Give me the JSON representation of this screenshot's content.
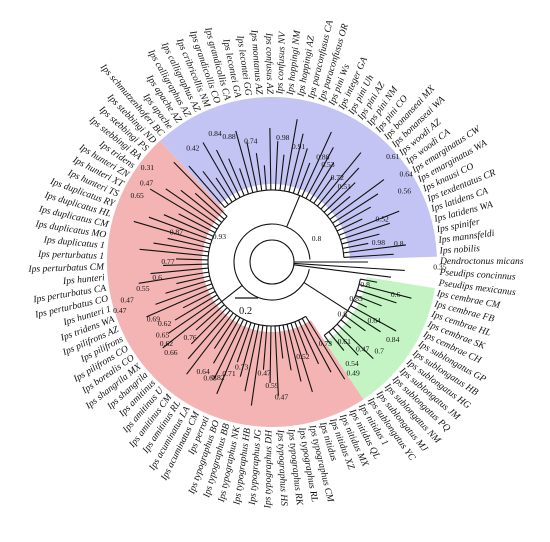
{
  "colors": {
    "clade_blue": "#c4c4f4",
    "clade_red": "#f4b4b4",
    "clade_green": "#c4f4c4",
    "branch": "#111111",
    "label": "#111111"
  },
  "scale_bar": {
    "label": "0.2"
  },
  "tips": [
    {
      "name": "Dendroctonus micans",
      "angle": 4,
      "clade": "none"
    },
    {
      "name": "Pseudips concinnus",
      "angle": 10,
      "clade": "none"
    },
    {
      "name": "Pseudips mexicanus",
      "angle": 16.5,
      "clade": "none"
    },
    {
      "name": "Ips cembrae CM",
      "angle": 23,
      "clade": "green"
    },
    {
      "name": "Ips cembrae FB",
      "angle": 28.5,
      "clade": "green"
    },
    {
      "name": "Ips cembrae HL",
      "angle": 33.5,
      "clade": "green"
    },
    {
      "name": "Ips cembrae SK",
      "angle": 38.5,
      "clade": "green"
    },
    {
      "name": "Ips cembrae CH",
      "angle": 43.5,
      "clade": "green"
    },
    {
      "name": "Ips sublongatus GP",
      "angle": 49,
      "clade": "green"
    },
    {
      "name": "Ips sublongatus HB",
      "angle": 54,
      "clade": "green"
    },
    {
      "name": "Ips sublongatus HG",
      "angle": 59,
      "clade": "green"
    },
    {
      "name": "Ips sublongatus JM",
      "angle": 64,
      "clade": "green"
    },
    {
      "name": "Ips sublongatus PQ",
      "angle": 69,
      "clade": "green"
    },
    {
      "name": "Ips sublongatus NM",
      "angle": 74,
      "clade": "green"
    },
    {
      "name": "Ips sublongatus MJ",
      "angle": 79,
      "clade": "green"
    },
    {
      "name": "Ips sublongatus YC",
      "angle": 84,
      "clade": "green"
    },
    {
      "name": "Ips nitidus 1",
      "angle": 89,
      "clade": "red"
    },
    {
      "name": "Ips nitidus QL",
      "angle": 93.5,
      "clade": "red"
    },
    {
      "name": "Ips nitidus MX",
      "angle": 98,
      "clade": "red"
    },
    {
      "name": "Ips nitidus XZ",
      "angle": 102.5,
      "clade": "red"
    },
    {
      "name": "Ips nitidus",
      "angle": 107,
      "clade": "red"
    },
    {
      "name": "Ips typographus CM",
      "angle": 111.5,
      "clade": "red"
    },
    {
      "name": "Ips typographus RL",
      "angle": 116,
      "clade": "red"
    },
    {
      "name": "Ips typographus RK",
      "angle": 120.5,
      "clade": "red"
    },
    {
      "name": "Ips typographus HS",
      "angle": 125,
      "clade": "red"
    },
    {
      "name": "Ips typographus DH",
      "angle": 129.5,
      "clade": "red"
    },
    {
      "name": "Ips typographus JG",
      "angle": 134,
      "clade": "red"
    },
    {
      "name": "Ips typographus HB",
      "angle": 138.5,
      "clade": "red"
    },
    {
      "name": "Ips typographus NK",
      "angle": 143,
      "clade": "red"
    },
    {
      "name": "Ips typographus BB",
      "angle": 147.5,
      "clade": "red"
    },
    {
      "name": "Ips typographus BO",
      "angle": 152,
      "clade": "red"
    },
    {
      "name": "Ips perroti",
      "angle": 156.5,
      "clade": "red"
    },
    {
      "name": "Ips acuminatus CM",
      "angle": 161,
      "clade": "red"
    },
    {
      "name": "Ips acuminatus LA",
      "angle": 165.5,
      "clade": "red"
    },
    {
      "name": "Ips amitinus RL",
      "angle": 170,
      "clade": "red"
    },
    {
      "name": "Ips amitinus CM",
      "angle": 174.5,
      "clade": "red"
    },
    {
      "name": "Ips amitinus U",
      "angle": 179,
      "clade": "red"
    },
    {
      "name": "Ips amitinus",
      "angle": 183.5,
      "clade": "red"
    },
    {
      "name": "Ips shangrila",
      "angle": 188,
      "clade": "red"
    },
    {
      "name": "Ips shangrila MX",
      "angle": 192.5,
      "clade": "red"
    },
    {
      "name": "Ips borealis CO",
      "angle": 197,
      "clade": "red"
    },
    {
      "name": "Ips pilifrons CO",
      "angle": 201.5,
      "clade": "red"
    },
    {
      "name": "Ips pilifrons",
      "angle": 206,
      "clade": "red"
    },
    {
      "name": "Ips pilifrons AZ",
      "angle": 210.5,
      "clade": "red"
    },
    {
      "name": "Ips tridens WA",
      "angle": 215,
      "clade": "red"
    },
    {
      "name": "Ips hunteri 1",
      "angle": 219.5,
      "clade": "red"
    },
    {
      "name": "Ips perturbatus CO",
      "angle": 224,
      "clade": "red"
    },
    {
      "name": "Ips perturbatus CA",
      "angle": 228.5,
      "clade": "red"
    },
    {
      "name": "Ips hunteri",
      "angle": 233,
      "clade": "red"
    },
    {
      "name": "Ips perturbatus CM",
      "angle": 237.5,
      "clade": "red"
    },
    {
      "name": "Ips perturbatus 1",
      "angle": 242,
      "clade": "red"
    },
    {
      "name": "Ips duplicatus 1",
      "angle": 246.5,
      "clade": "red"
    },
    {
      "name": "Ips duplicatus MO",
      "angle": 251,
      "clade": "red"
    },
    {
      "name": "Ips duplicatus CM",
      "angle": 255.5,
      "clade": "red"
    },
    {
      "name": "Ips duplicatus HL",
      "angle": 260,
      "clade": "red"
    },
    {
      "name": "Ips duplicatus RY",
      "angle": 264.5,
      "clade": "red"
    },
    {
      "name": "Ips hunteri TS",
      "angle": 269,
      "clade": "red"
    },
    {
      "name": "Ips hunteri XT",
      "angle": 273.5,
      "clade": "red"
    },
    {
      "name": "Ips hunteri ZN",
      "angle": 278,
      "clade": "red"
    },
    {
      "name": "Ips tridens",
      "angle": 282.5,
      "clade": "red"
    },
    {
      "name": "Ips stebbingi BA",
      "angle": 287,
      "clade": "red"
    },
    {
      "name": "Ips stebbingi PS",
      "angle": 291.5,
      "clade": "red"
    },
    {
      "name": "Ips stebbingi ND",
      "angle": 296,
      "clade": "red"
    },
    {
      "name": "Ips schmutzenhoferi BC",
      "angle": 300,
      "clade": "blue"
    },
    {
      "name": "Ips apache",
      "angle": 304.5,
      "clade": "blue"
    },
    {
      "name": "Ips apache AZ",
      "angle": 309,
      "clade": "blue"
    },
    {
      "name": "Ips calligraphus AZ",
      "angle": 313.5,
      "clade": "blue"
    },
    {
      "name": "Ips calligraphus AZ",
      "angle": 318,
      "clade": "blue"
    },
    {
      "name": "Ips cribricollis NM",
      "angle": 322.5,
      "clade": "blue"
    },
    {
      "name": "Ips grandicollis CO",
      "angle": 327,
      "clade": "blue"
    },
    {
      "name": "Ips grandicollis CA",
      "angle": 331.5,
      "clade": "blue"
    },
    {
      "name": "Ips lecontei GA",
      "angle": 336,
      "clade": "blue"
    },
    {
      "name": "Ips lecontei GG",
      "angle": 340.5,
      "clade": "blue"
    },
    {
      "name": "Ips montanus AZ",
      "angle": 345,
      "clade": "blue"
    },
    {
      "name": "Ips confusus AZ",
      "angle": 349.5,
      "clade": "blue"
    },
    {
      "name": "Ips confusus NV",
      "angle": 354,
      "clade": "blue"
    },
    {
      "name": "Ips hoppingi NM",
      "angle": 358.5,
      "clade": "blue"
    },
    {
      "name": "Ips hoppingi AZ",
      "angle": 3,
      "clade": "blue"
    },
    {
      "name": "Ips paraconfusus CA",
      "angle": 7.5,
      "clade": "blue"
    },
    {
      "name": "Ips paraconfusus OR",
      "angle": 12,
      "clade": "blue"
    },
    {
      "name": "Ips pini Ws",
      "angle": 16.5,
      "clade": "blue"
    },
    {
      "name": "Ips integer GA",
      "angle": 21,
      "clade": "blue"
    },
    {
      "name": "Ips pini Uh",
      "angle": 25.5,
      "clade": "blue"
    },
    {
      "name": "Ips pini AZ",
      "angle": 30,
      "clade": "blue"
    },
    {
      "name": "Ips pini NM",
      "angle": 34.5,
      "clade": "blue"
    },
    {
      "name": "Ips pini CO",
      "angle": 39,
      "clade": "blue"
    },
    {
      "name": "Ips bonanseai MX",
      "angle": 43.5,
      "clade": "blue"
    },
    {
      "name": "Ips bonanseai WA",
      "angle": 48,
      "clade": "blue"
    },
    {
      "name": "Ips woodi AZ",
      "angle": 52.5,
      "clade": "blue"
    },
    {
      "name": "Ips woodi CA",
      "angle": 57,
      "clade": "blue"
    },
    {
      "name": "Ips emarginatus CW",
      "angle": 61.5,
      "clade": "blue"
    },
    {
      "name": "Ips emarginatus WA",
      "angle": 66,
      "clade": "blue"
    },
    {
      "name": "Ips knausi CO",
      "angle": 70.5,
      "clade": "blue"
    },
    {
      "name": "Ips texdentatus CR",
      "angle": 75,
      "clade": "blue"
    },
    {
      "name": "Ips latidens CA",
      "angle": 79.5,
      "clade": "blue"
    },
    {
      "name": "Ips latidens WA",
      "angle": 84,
      "clade": "blue"
    },
    {
      "name": "Ips spinifer",
      "angle": 88.5,
      "clade": "blue"
    },
    {
      "name": "Ips mannsfeldi",
      "angle": 93,
      "clade": "blue"
    },
    {
      "name": "Ips nobilis",
      "angle": 97.5,
      "clade": "blue"
    }
  ],
  "node_labels": [
    {
      "text": "0.93",
      "a": 295,
      "r": 58
    },
    {
      "text": "0.8",
      "a": 63,
      "r": 50
    },
    {
      "text": "0.98",
      "a": 80,
      "r": 108
    },
    {
      "text": "0.8",
      "a": 104,
      "r": 96
    },
    {
      "text": "0.85",
      "a": 114,
      "r": 92
    },
    {
      "text": "0.35",
      "a": 92,
      "r": 168
    },
    {
      "text": "0.6",
      "a": 105,
      "r": 128
    },
    {
      "text": "0.64",
      "a": 120,
      "r": 118
    },
    {
      "text": "0.52",
      "a": 69,
      "r": 118
    },
    {
      "text": "0.8",
      "a": 82,
      "r": 128
    },
    {
      "text": "0.51",
      "a": 44,
      "r": 104
    },
    {
      "text": "0.72",
      "a": 38,
      "r": 106
    },
    {
      "text": "0.53",
      "a": 30,
      "r": 112
    },
    {
      "text": "0.88",
      "a": 26,
      "r": 116
    },
    {
      "text": "0.91",
      "a": 13,
      "r": 118
    },
    {
      "text": "0.98",
      "a": 5,
      "r": 124
    },
    {
      "text": "0.74",
      "a": 350,
      "r": 122
    },
    {
      "text": "0.88",
      "a": 341,
      "r": 132
    },
    {
      "text": "0.84",
      "a": 336,
      "r": 140
    },
    {
      "text": "0.42",
      "a": 325,
      "r": 138
    },
    {
      "text": "0.87",
      "a": 287,
      "r": 100
    },
    {
      "text": "0.47",
      "a": 302,
      "r": 148
    },
    {
      "text": "0.31",
      "a": 307,
      "r": 156
    },
    {
      "text": "0.65",
      "a": 296,
      "r": 150
    },
    {
      "text": "0.77",
      "a": 270,
      "r": 104
    },
    {
      "text": "0.6",
      "a": 262,
      "r": 116
    },
    {
      "text": "0.55",
      "a": 258,
      "r": 132
    },
    {
      "text": "0.47",
      "a": 255,
      "r": 150
    },
    {
      "text": "0.47",
      "a": 252,
      "r": 160
    },
    {
      "text": "0.62",
      "a": 240,
      "r": 124
    },
    {
      "text": "0.69",
      "a": 244,
      "r": 132
    },
    {
      "text": "0.65",
      "a": 236,
      "r": 132
    },
    {
      "text": "0.62",
      "a": 232,
      "r": 134
    },
    {
      "text": "0.66",
      "a": 228,
      "r": 136
    },
    {
      "text": "0.76",
      "a": 227,
      "r": 112
    },
    {
      "text": "0.64",
      "a": 212,
      "r": 130
    },
    {
      "text": "0.68",
      "a": 208,
      "r": 132
    },
    {
      "text": "0.82",
      "a": 205,
      "r": 128
    },
    {
      "text": "0.71",
      "a": 201,
      "r": 120
    },
    {
      "text": "0.73",
      "a": 196,
      "r": 110
    },
    {
      "text": "0.47",
      "a": 184,
      "r": 112
    },
    {
      "text": "0.59",
      "a": 180,
      "r": 124
    },
    {
      "text": "0.47",
      "a": 176,
      "r": 136
    },
    {
      "text": "0.52",
      "a": 162,
      "r": 100
    },
    {
      "text": "0.73",
      "a": 147,
      "r": 98
    },
    {
      "text": "0.61",
      "a": 138,
      "r": 108
    },
    {
      "text": "0.47",
      "a": 134,
      "r": 126
    },
    {
      "text": "0.49",
      "a": 144,
      "r": 138
    },
    {
      "text": "0.54",
      "a": 142,
      "r": 130
    },
    {
      "text": "0.7",
      "a": 130,
      "r": 140
    },
    {
      "text": "0.84",
      "a": 123,
      "r": 144
    },
    {
      "text": "0.8",
      "a": 127,
      "r": 88
    },
    {
      "text": "0.61",
      "a": 49,
      "r": 160
    },
    {
      "text": "0.64",
      "a": 57,
      "r": 160
    },
    {
      "text": "0.56",
      "a": 62,
      "r": 150
    }
  ]
}
